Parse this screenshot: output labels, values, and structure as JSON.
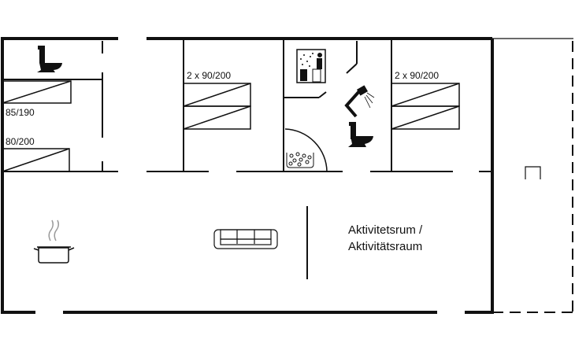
{
  "plan": {
    "beds": {
      "left_top": "85/190",
      "left_bottom": "80/200",
      "middle": "2 x 90/200",
      "right": "2 x 90/200"
    },
    "rooms": {
      "activity_line1": "Aktivitetsrum /",
      "activity_line2": "Aktivitätsraum"
    },
    "colors": {
      "wall": "#111111",
      "background": "#ffffff"
    }
  }
}
